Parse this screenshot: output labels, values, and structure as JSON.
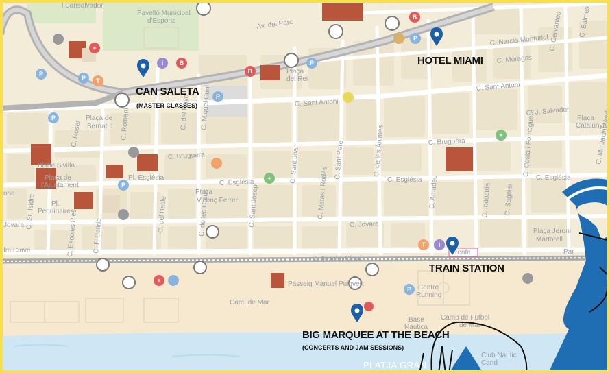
{
  "colors": {
    "frame": "#f9e04a",
    "map_bg": "#f3ecd8",
    "block": "#ebe3cc",
    "road": "#ffffff",
    "highway": "#b3b3b3",
    "park": "#dbe9c8",
    "sand": "#f6e9cf",
    "sea": "#cfe7f5",
    "pin": "#1a5fa8",
    "illustration": "#1f6eb4"
  },
  "street_labels": {
    "sansalvador": "l Sansalvador",
    "pavello": "Pavelló Municipal",
    "pavello2": "d'Esports",
    "av_parc": "Av. del Parc",
    "narcis": "C. Narcís Monturiol",
    "moragas": "C. Moragas",
    "cervantes": "C. Cervantes",
    "balmes": "C. Balmes",
    "sant_antoni_1": "C. Sant Antoni",
    "sant_antoni_2": "C. Sant Antoni",
    "pl_rei": "Plaça",
    "pl_rei2": "del Rei",
    "roser": "C. Roser",
    "pl_bernat": "Plaça de",
    "pl_bernat2": "Bernat II",
    "romani": "C. Romaní",
    "rayo": "C. del Rayo",
    "miquel_cuni": "C. Miquel Cuní",
    "bruguera_1": "C. Bruguera",
    "bruguera_2": "C. Bruguera",
    "salvador": "C. J. Salvador",
    "pl_catalunya": "Plaça",
    "pl_catalunya2": "Catalunya",
    "verdaguer": "C. Mn Jacint Verdaguer",
    "bisbe": "Bisbe Sivilla",
    "pl_ajuntament": "Plaça de",
    "pl_ajuntament2": "l'Ajuntament",
    "pl_esglesia": "Pl. Església",
    "esglesia_1": "C. Església",
    "esglesia_2": "C. Església",
    "esglesia_3": "C. Església",
    "sant_joan": "C. Sant Joan",
    "sant_pere": "C. Sant Pere",
    "animes": "C. de les Ànimes",
    "costa": "C. Costa i Fornaguera",
    "ona": "ona",
    "pl_pequinaires": "Pl.",
    "pl_pequinaires2": "Pequinaires",
    "pl_vicenc": "Plaça",
    "pl_vicenc2": "Vicenç Ferrer",
    "batlle": "C. del Batlle",
    "creus": "C. de les Creus",
    "sant_josep": "C. Sant Josep",
    "matas": "C. Matas i Rodés",
    "amadeu": "C. Amadeu",
    "industria": "C. Indústria",
    "sagnier": "C. Sagnier",
    "st_isidre": "C. St. Isidre",
    "jovara_1": "Jovara",
    "jovara_2": "C. Jovara",
    "escoles": "C. Escoles Pies",
    "batlria": "C. F. Batlria",
    "pl_jeroni": "Plaça Jeroni",
    "pl_jeroni2": "Martorell",
    "elm_clave": "elm Clavé",
    "anselm_clave": "C. Anselm Clavé",
    "par": "Par",
    "passeig": "Passeig Manuel Puigvert",
    "centre": "Centre",
    "centre2": "Running",
    "cami_mar": "Camí de Mar",
    "base": "Base",
    "base2": "Nàutica",
    "camp_futbol": "Camp de Futbol",
    "camp_futbol2": "de Mar",
    "club": "Club Nàutic",
    "club2": "Cand",
    "platja": "PLATJA GRAN",
    "renfe": "renfe"
  },
  "markers": {
    "can_saleta": "CAN SALETA",
    "can_saleta_sub": "(MASTER CLASSES)",
    "hotel_miami": "HOTEL MIAMI",
    "train_station": "TRAIN STATION",
    "big_marquee": "BIG MARQUEE AT THE BEACH",
    "big_marquee_sub": "(CONCERTS AND JAM SESSIONS)"
  },
  "poi_letters": {
    "parking": "P",
    "bike": "B",
    "taxi": "T",
    "info": "i",
    "health": "+"
  }
}
